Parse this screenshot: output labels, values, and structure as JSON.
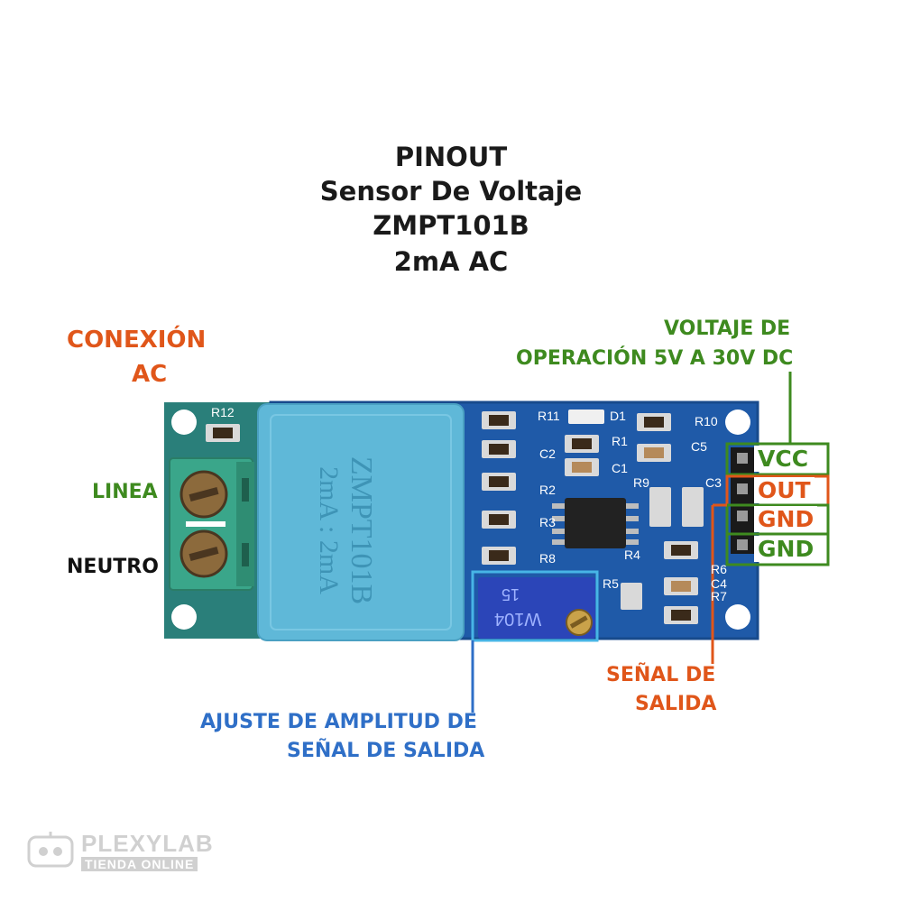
{
  "title": {
    "line1": "PINOUT",
    "line2": "Sensor De Voltaje",
    "line3": "ZMPT101B",
    "line4": "2mA AC"
  },
  "labels": {
    "ac_connection_line1": "CONEXIÓN",
    "ac_connection_line2": "AC",
    "linea": "LINEA",
    "neutro": "NEUTRO",
    "operating_voltage_line1": "VOLTAJE DE",
    "operating_voltage_line2": "OPERACIÓN 5V A 30V DC",
    "output_signal_line1": "SEÑAL DE",
    "output_signal_line2": "SALIDA",
    "amplitude_adjust_line1": "AJUSTE DE AMPLITUD DE",
    "amplitude_adjust_line2": "SEÑAL DE SALIDA"
  },
  "pins": {
    "vcc": "VCC",
    "out": "OUT",
    "gnd1": "GND",
    "gnd2": "GND"
  },
  "board": {
    "transformer_text1": "ZMPT101B",
    "transformer_text2": "2mA : 2mA",
    "pot_text1": "15",
    "pot_text2": "W104",
    "components": [
      "R12",
      "R11",
      "D1",
      "R10",
      "R1",
      "C5",
      "C2",
      "C1",
      "R2",
      "R9",
      "C3",
      "R3",
      "R8",
      "R4",
      "R6",
      "C4",
      "R7",
      "R5"
    ]
  },
  "logo": {
    "name": "PLEXYLAB",
    "tagline": "TIENDA ONLINE"
  },
  "colors": {
    "ac_label": "#e0561a",
    "power_label": "#3e8a1f",
    "signal_label": "#e0561a",
    "adjust_label": "#2f6fc7",
    "pcb": "#1f5aa8",
    "transformer": "#5fb8d8",
    "terminal": "#3aa68a"
  }
}
